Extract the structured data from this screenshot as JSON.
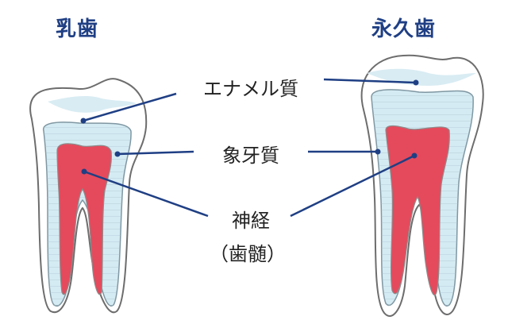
{
  "titles": {
    "primary": "乳歯",
    "permanent": "永久歯"
  },
  "labels": {
    "enamel": "エナメル質",
    "dentin": "象牙質",
    "pulp_line1": "神経",
    "pulp_line2": "（歯髄）"
  },
  "colors": {
    "title": "#1f3f84",
    "leader_line": "#1f3f84",
    "enamel_fill": "#ffffff",
    "enamel_shadow": "#d9ecf3",
    "dentin_fill": "#d5ebf3",
    "dentin_lines": "#9fb8c4",
    "pulp_fill": "#e54a5c",
    "outline": "#6d6d6d",
    "label_text": "#222222"
  }
}
